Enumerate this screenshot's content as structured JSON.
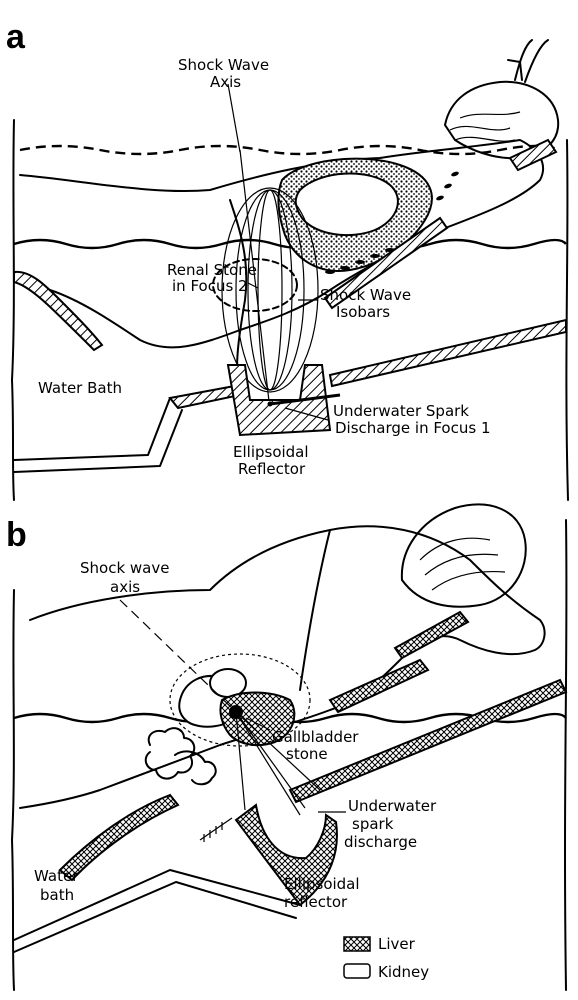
{
  "panel_a": {
    "letter": "a",
    "labels": {
      "shock_axis_1": "Shock Wave",
      "shock_axis_2": "Axis",
      "renal_1": "Renal Stone",
      "renal_2": "in Focus 2",
      "isobars_1": "Shock Wave",
      "isobars_2": "Isobars",
      "water_bath": "Water Bath",
      "spark_1": "Underwater Spark",
      "spark_2": "Discharge in Focus 1",
      "reflector_1": "Ellipsoidal",
      "reflector_2": "Reflector"
    }
  },
  "panel_b": {
    "letter": "b",
    "labels": {
      "shock_axis_1": "Shock wave",
      "shock_axis_2": "axis",
      "gall_1": "Gallbladder",
      "gall_2": "stone",
      "spark_1": "Underwater",
      "spark_2": "spark",
      "spark_3": "discharge",
      "water_1": "Water",
      "water_2": "bath",
      "reflector_1": "Ellipsoidal",
      "reflector_2": "reflector"
    }
  },
  "legend": {
    "liver": "Liver",
    "kidney": "Kidney"
  }
}
